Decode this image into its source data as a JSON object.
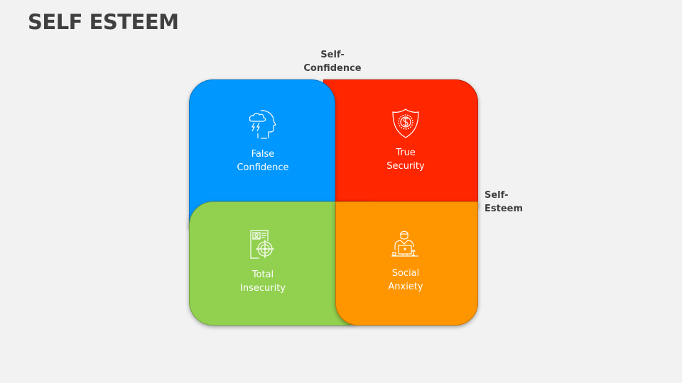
{
  "slide": {
    "title": "SELF ESTEEM"
  },
  "axes": {
    "top_label": "Self-\nConfidence",
    "top_line1": "Self-",
    "top_line2": "Confidence",
    "right_line1": "Self-",
    "right_line2": "Esteem"
  },
  "quadrants": [
    {
      "position": "top-left",
      "line1": "False",
      "line2": "Confidence",
      "color": "#0097fe",
      "icon": "head-storm-icon"
    },
    {
      "position": "top-right",
      "line1": "True",
      "line2": "Security",
      "color": "#ff2600",
      "icon": "shield-dollar-icon"
    },
    {
      "position": "bottom-left",
      "line1": "Total",
      "line2": "Insecurity",
      "color": "#92d050",
      "icon": "profile-target-icon"
    },
    {
      "position": "bottom-right",
      "line1": "Social",
      "line2": "Anxiety",
      "color": "#ff9600",
      "icon": "person-laptop-icon"
    }
  ]
}
